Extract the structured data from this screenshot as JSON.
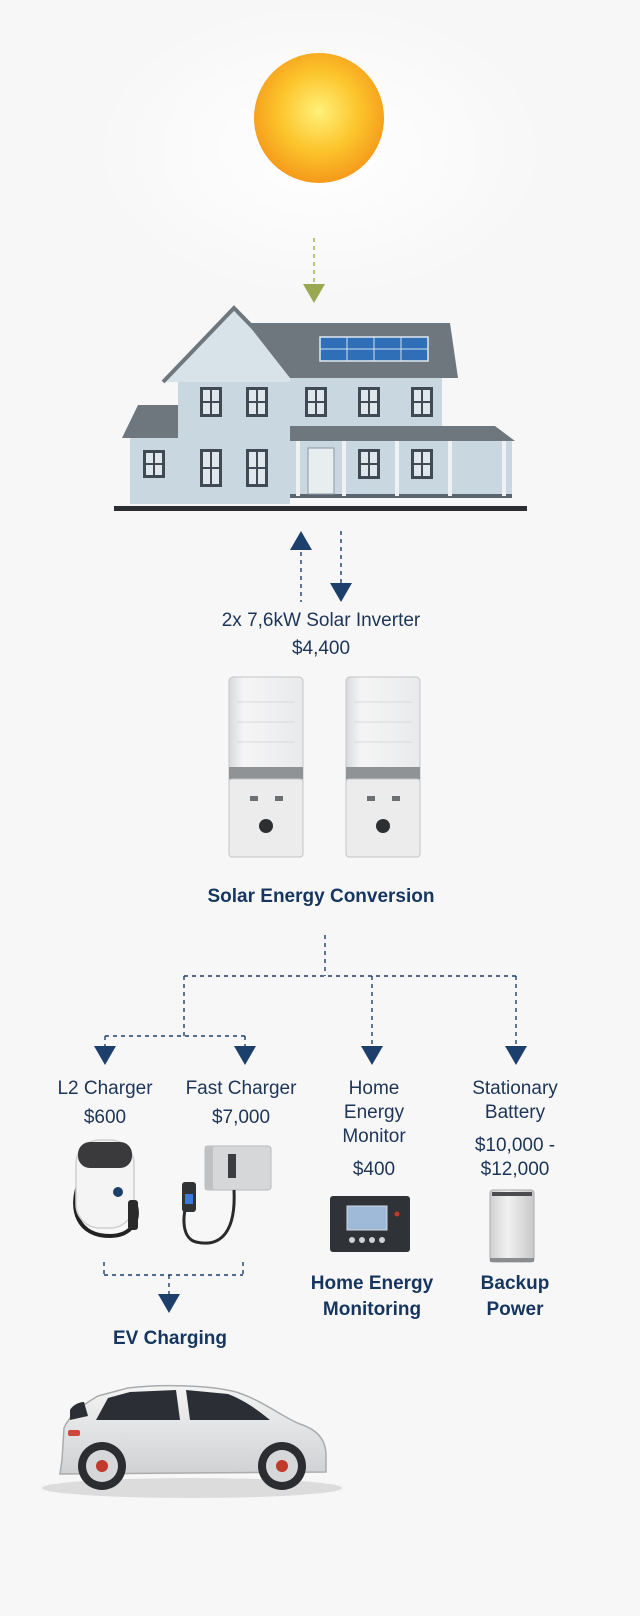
{
  "inverter": {
    "name": "2x 7,6kW Solar Inverter",
    "price": "$4,400"
  },
  "sections": {
    "solar_conversion": "Solar Energy Conversion",
    "ev_charging": "EV Charging",
    "home_monitoring": [
      "Home Energy",
      "Monitoring"
    ],
    "backup_power": [
      "Backup",
      "Power"
    ]
  },
  "products": {
    "l2_charger": {
      "name": "L2 Charger",
      "price": "$600"
    },
    "fast_charger": {
      "name": "Fast Charger",
      "price": "$7,000"
    },
    "home_monitor": {
      "name": [
        "Home",
        "Energy",
        "Monitor"
      ],
      "price": "$400"
    },
    "battery": {
      "name": [
        "Stationary",
        "Battery"
      ],
      "price": [
        "$10,000 -",
        "$12,000"
      ]
    }
  },
  "colors": {
    "navy": "#1d3f6b",
    "arrow_green": "#9aa850",
    "sun": "#f7b82a",
    "house_wall": "#c9d7e0",
    "roof": "#6f777e"
  }
}
